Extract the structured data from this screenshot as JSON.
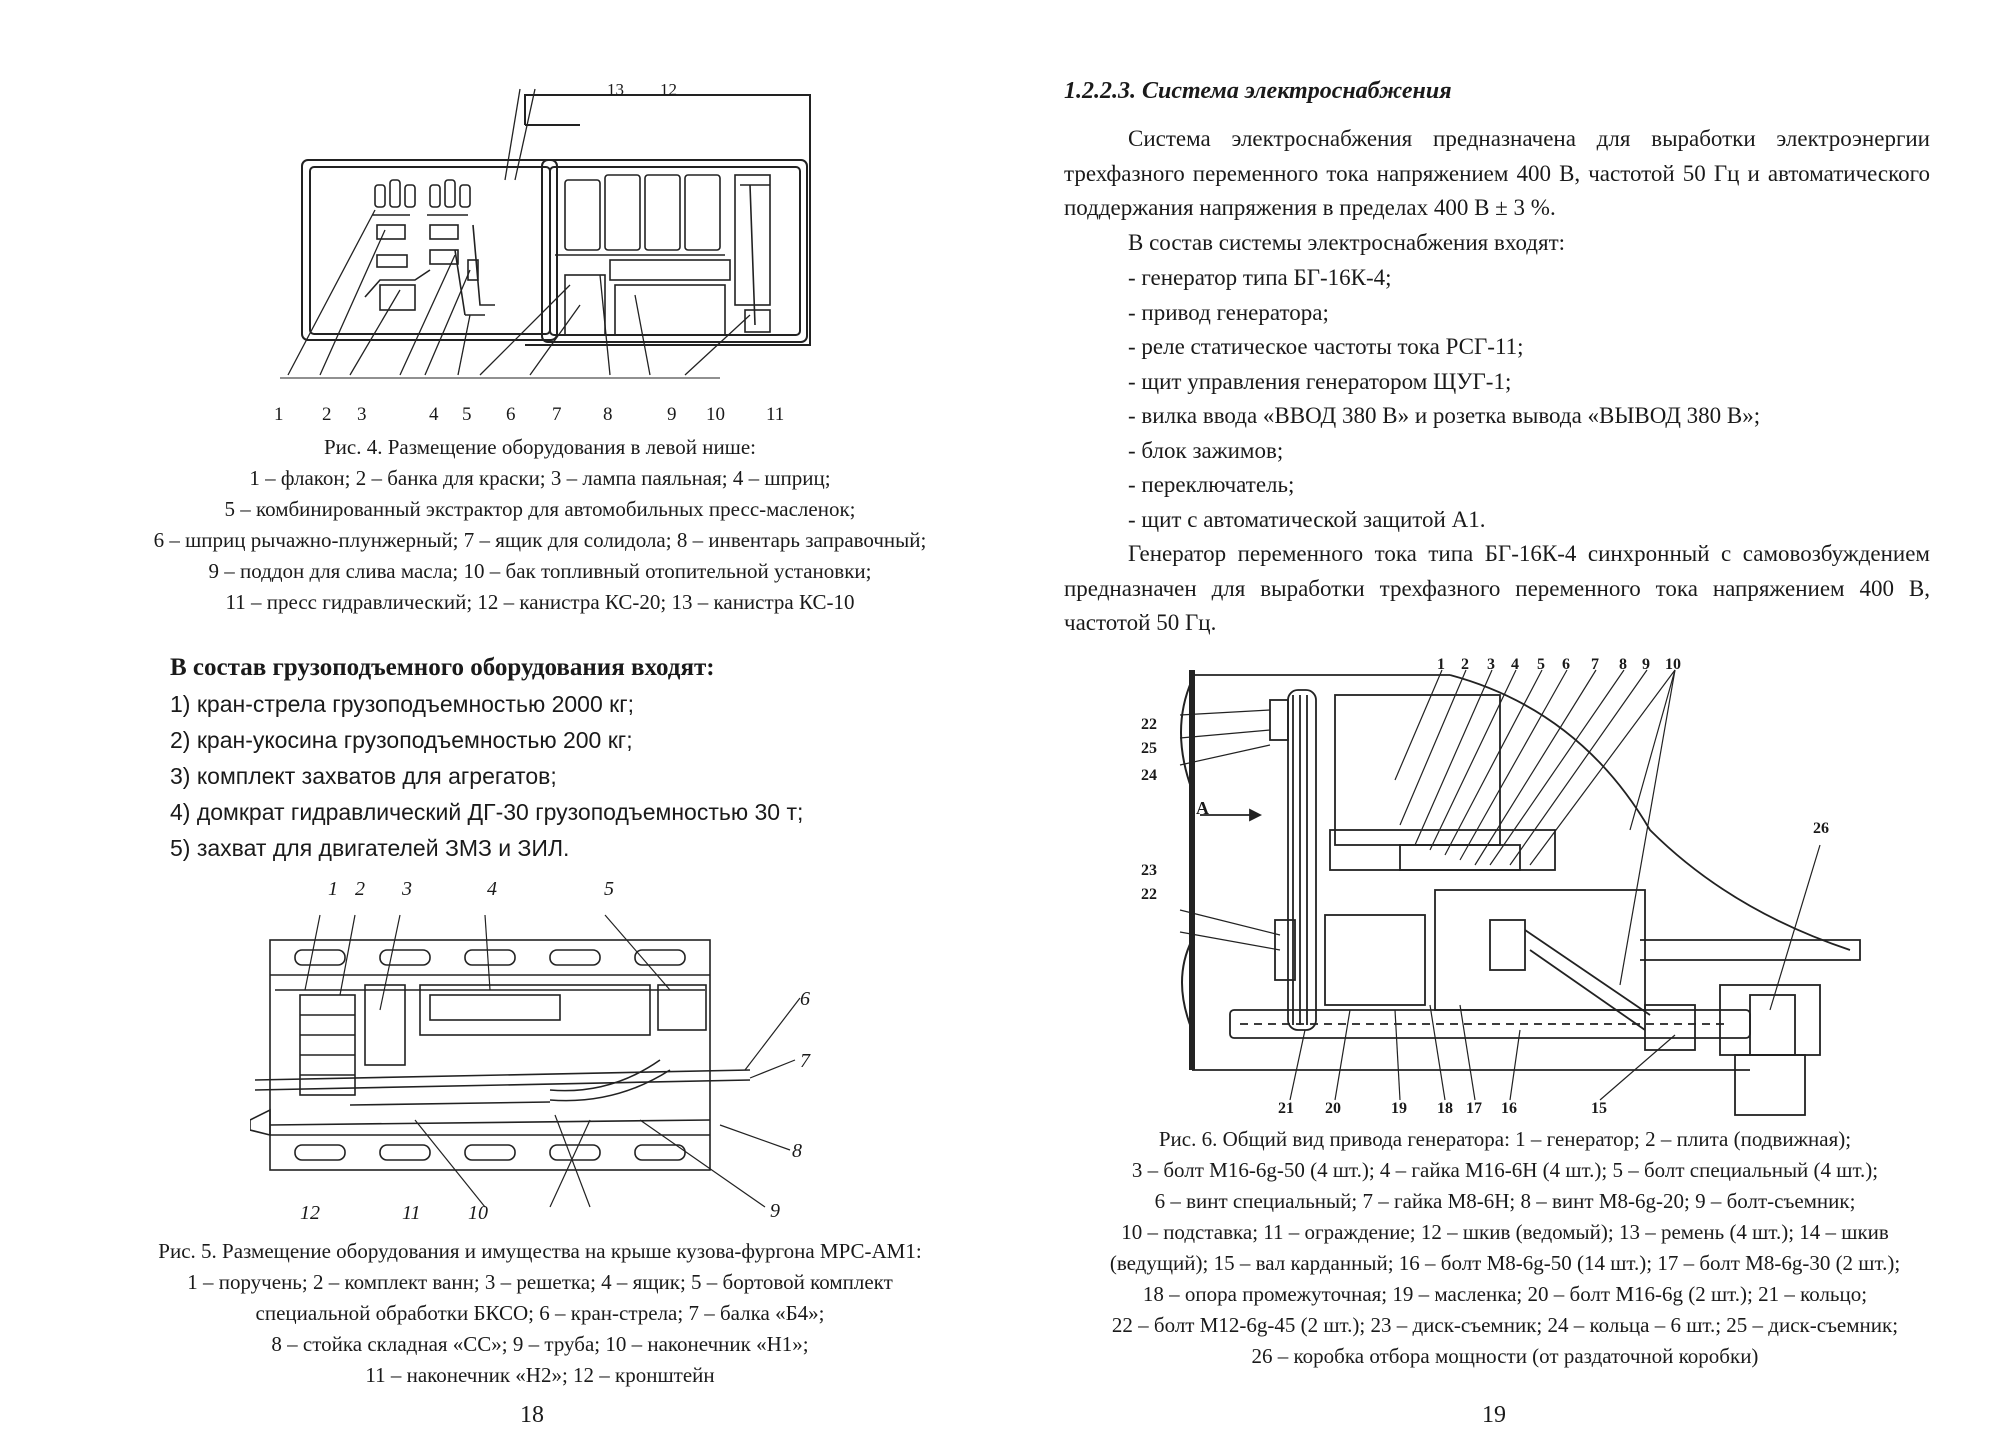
{
  "left_page": {
    "fig4": {
      "callouts": [
        "13",
        "12",
        "1",
        "2",
        "3",
        "4",
        "5",
        "6",
        "7",
        "8",
        "9",
        "10",
        "11"
      ],
      "caption": [
        "Рис. 4. Размещение оборудования в левой нише:",
        "1 – флакон; 2 – банка для краски; 3 – лампа паяльная; 4 – шприц;",
        "5 – комбинированный экстрактор для автомобильных пресс-масленок;",
        "6 – шприц рычажно-плунжерный; 7 – ящик для солидола; 8 – инвентарь заправочный;",
        "9 – поддон для слива масла; 10 – бак топливный отопительной установки;",
        "11 – пресс гидравлический; 12 – канистра КС-20; 13 – канистра КС-10"
      ]
    },
    "lifting": {
      "lead": "В состав грузоподъемного оборудования входят:",
      "items": [
        "1)  кран-стрела грузоподъемностью 2000 кг;",
        "2)  кран-укосина грузоподъемностью 200 кг;",
        "3)  комплект захватов для агрегатов;",
        "4)  домкрат гидравлический ДГ-30 грузоподъемностью 30 т;",
        "5)  захват для двигателей ЗМЗ и ЗИЛ."
      ]
    },
    "fig5": {
      "callouts": [
        "1",
        "2",
        "3",
        "4",
        "5",
        "6",
        "7",
        "8",
        "9",
        "10",
        "11",
        "12"
      ],
      "caption": [
        "Рис. 5. Размещение оборудования и имущества на крыше кузова-фургона МРС-АМ1:",
        "1 – поручень; 2 – комплект ванн; 3 – решетка; 4 – ящик; 5 – бортовой комплект",
        "специальной обработки БКСО; 6 – кран-стрела; 7 – балка «Б4»;",
        "8 – стойка складная «СС»; 9 – труба; 10 – наконечник «Н1»;",
        "11 – наконечник «Н2»; 12 – кронштейн"
      ]
    },
    "page_number": "18"
  },
  "right_page": {
    "heading": "1.2.2.3. Система электроснабжения",
    "intro": "Система электроснабжения предназначена для выработки электроэнергии трехфазного переменного тока напряжением 400 В, частотой 50 Гц и автоматического поддержания напряжения в пределах 400 В ± 3 %.",
    "composition_lead": "В состав системы электроснабжения входят:",
    "items": [
      "-  генератор типа БГ-16К-4;",
      "-  привод генератора;",
      "-  реле статическое частоты тока РСГ-11;",
      "-  щит управления генератором ЩУГ-1;",
      "-  вилка ввода «ВВОД 380 В» и розетка вывода «ВЫВОД 380 В»;",
      "-  блок зажимов;",
      "-  переключатель;",
      "-  щит с автоматической защитой А1."
    ],
    "generator_text": "Генератор переменного тока типа БГ-16К-4 синхронный с самовозбуждением предназначен для выработки трехфазного переменного тока напряжением 400 В, частотой 50 Гц.",
    "fig6": {
      "callouts": [
        "1",
        "2",
        "3",
        "4",
        "5",
        "6",
        "7",
        "8",
        "9",
        "10",
        "22",
        "25",
        "24",
        "23",
        "22",
        "26",
        "21",
        "20",
        "19",
        "18",
        "17",
        "16",
        "15"
      ],
      "view_label": "А",
      "caption": [
        "Рис. 6. Общий вид привода генератора: 1 – генератор; 2 – плита (подвижная);",
        "3 – болт М16-6g-50 (4 шт.); 4 – гайка М16-6Н (4 шт.); 5 – болт специальный (4 шт.);",
        "6 – винт специальный; 7 – гайка М8-6Н; 8 – винт М8-6g-20; 9 – болт-съемник;",
        "10 – подставка; 11 – ограждение; 12 – шкив (ведомый); 13 – ремень (4 шт.); 14 – шкив",
        "(ведущий); 15 – вал карданный; 16 – болт М8-6g-50 (14 шт.); 17 – болт М8-6g-30 (2 шт.);",
        "18 – опора промежуточная; 19 – масленка; 20 – болт М16-6g (2 шт.); 21 – кольцо;",
        "22 – болт М12-6g-45 (2 шт.); 23 – диск-съемник; 24 – кольца – 6 шт.; 25 – диск-съемник;",
        "26 – коробка отбора мощности (от раздаточной коробки)"
      ]
    },
    "page_number": "19"
  }
}
